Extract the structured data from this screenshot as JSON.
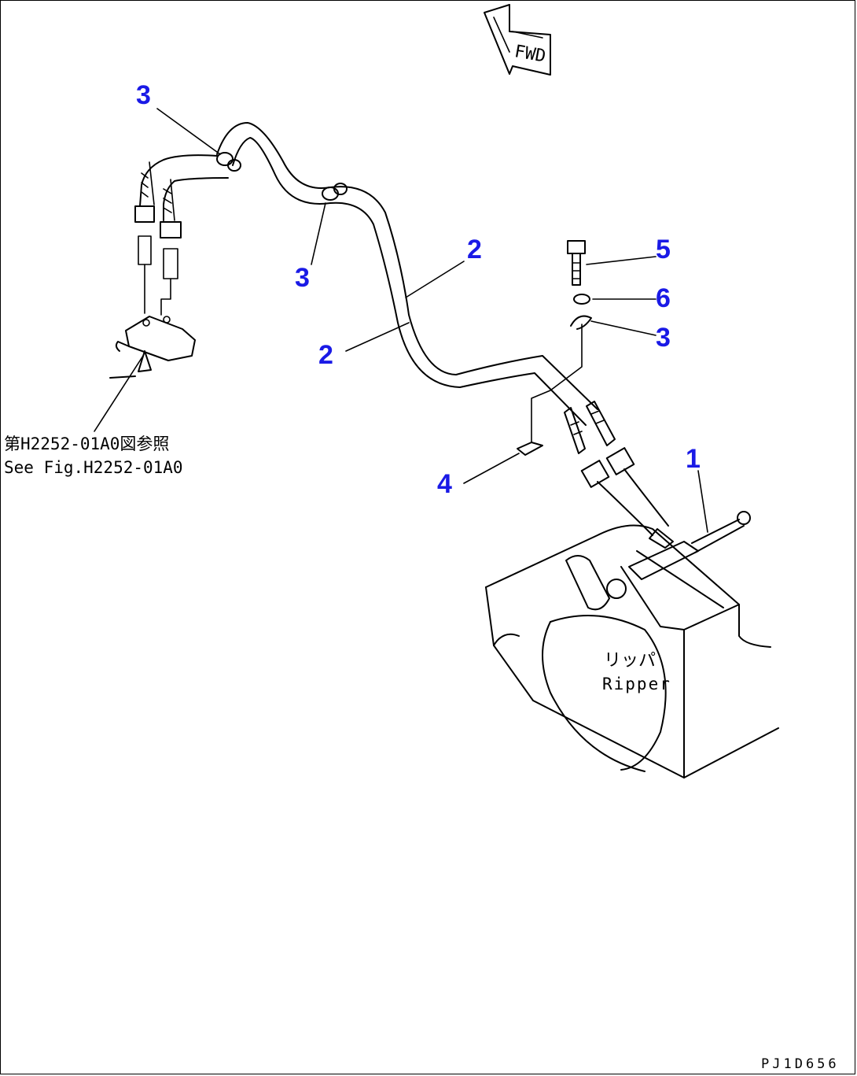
{
  "callouts": {
    "c3_top_left": "3",
    "c3_mid": "3",
    "c2_upper": "2",
    "c2_lower": "2",
    "c5": "5",
    "c6": "6",
    "c3_right": "3",
    "c4": "4",
    "c1": "1"
  },
  "reference": {
    "line_jp": "第H2252-01A0図参照",
    "line_en": "See Fig.H2252-01A0"
  },
  "direction_label": "FWD",
  "part_label": {
    "jp": "リッパ",
    "en": "Ripper"
  },
  "drawing_id": "PJ1D656",
  "colors": {
    "callout": "#1a1ae6",
    "line": "#000000"
  }
}
